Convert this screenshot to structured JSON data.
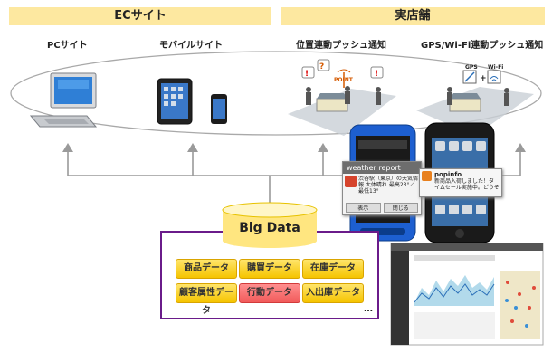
{
  "headers": {
    "ec_site": "ECサイト",
    "physical_store": "実店舗"
  },
  "subheaders": {
    "pc_site": "PCサイト",
    "mobile_site": "モバイルサイト",
    "location_push": "位置連動プッシュ通知",
    "gps_wifi_push": "GPS/Wi-Fi連動プッシュ通知"
  },
  "scene_labels": {
    "point": "POINT",
    "gps": "GPS",
    "wifi": "Wi-Fi"
  },
  "phone_left": {
    "popup_title": "weather report",
    "popup_text": "渋谷駅（東京）の天気情報 大体晴れ 最高23°／最低13°",
    "button_view": "表示",
    "button_close": "閉じる"
  },
  "phone_right": {
    "app_name": "popinfo",
    "message": "新商品入荷しました！タイムセール実施中。どうぞチェック！"
  },
  "big_data": {
    "title": "Big Data",
    "categories": [
      "商品データ",
      "購買データ",
      "在庫データ",
      "顧客属性データ",
      "行動データ",
      "入出庫データ"
    ],
    "highlight_index": 4,
    "more": "…"
  },
  "colors": {
    "banner": "#fde8a0",
    "chip": "#f5c400",
    "chip_highlight": "#f15a5a",
    "frame": "#6a1b8a",
    "cylinder": "#ffe680"
  }
}
